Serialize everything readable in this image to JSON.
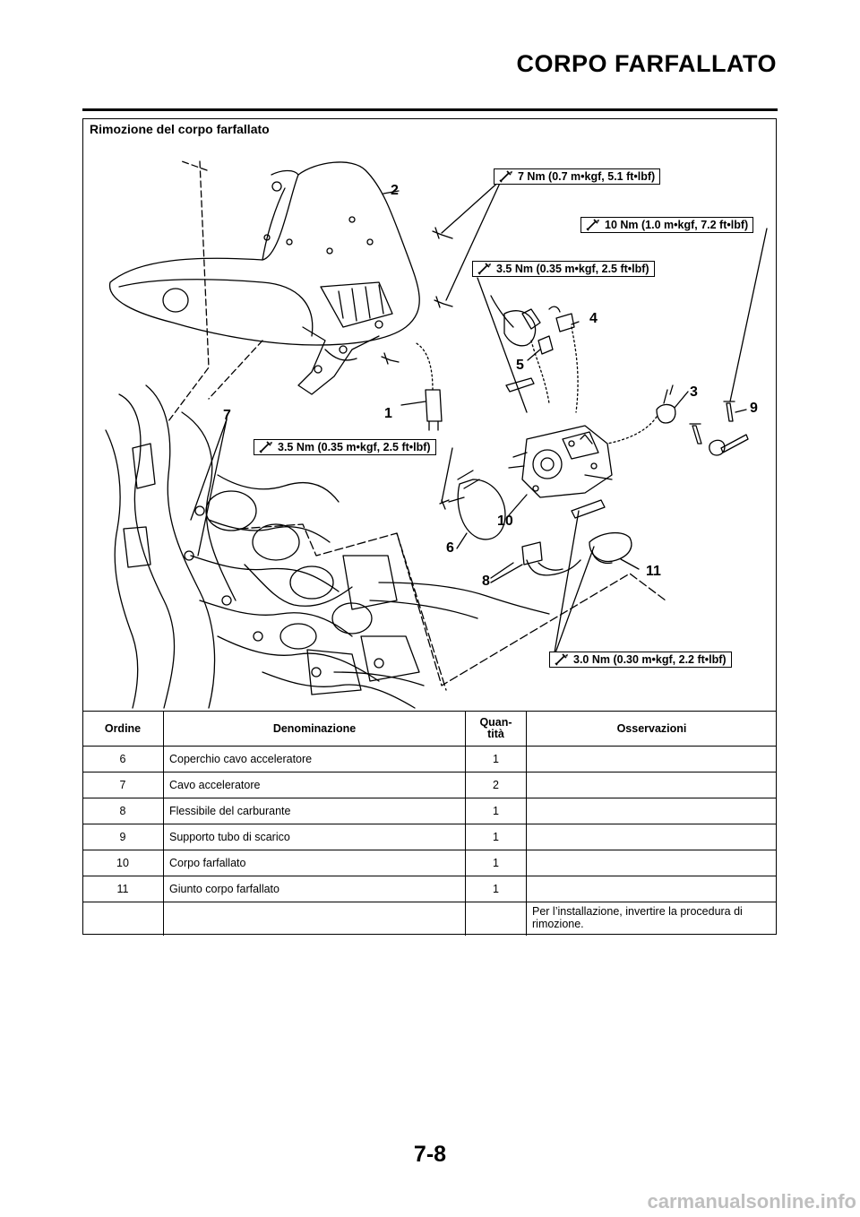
{
  "header": {
    "title": "CORPO FARFALLATO"
  },
  "section": {
    "title": "Rimozione del corpo farfallato"
  },
  "figure": {
    "callouts": [
      "1",
      "2",
      "3",
      "4",
      "5",
      "6",
      "7",
      "8",
      "9",
      "10",
      "11"
    ],
    "torques": [
      "7 Nm (0.7 m•kgf, 5.1 ft•lbf)",
      "10 Nm (1.0 m•kgf, 7.2 ft•lbf)",
      "3.5 Nm (0.35 m•kgf, 2.5 ft•lbf)",
      "3.5 Nm (0.35 m•kgf, 2.5 ft•lbf)",
      "3.0 Nm (0.30 m•kgf, 2.2 ft•lbf)"
    ],
    "torque_icon": "torque-wrench-icon"
  },
  "table": {
    "headers": {
      "order": "Ordine",
      "name": "Denominazione",
      "qty_line1": "Quan-",
      "qty_line2": "tità",
      "notes": "Osservazioni"
    },
    "rows": [
      {
        "order": "6",
        "name": "Coperchio cavo acceleratore",
        "qty": "1",
        "notes": ""
      },
      {
        "order": "7",
        "name": "Cavo acceleratore",
        "qty": "2",
        "notes": ""
      },
      {
        "order": "8",
        "name": "Flessibile del carburante",
        "qty": "1",
        "notes": ""
      },
      {
        "order": "9",
        "name": "Supporto tubo di scarico",
        "qty": "1",
        "notes": ""
      },
      {
        "order": "10",
        "name": "Corpo farfallato",
        "qty": "1",
        "notes": ""
      },
      {
        "order": "11",
        "name": "Giunto corpo farfallato",
        "qty": "1",
        "notes": ""
      },
      {
        "order": "",
        "name": "",
        "qty": "",
        "notes": "Per l’installazione, invertire la procedura di rimozione."
      }
    ]
  },
  "footer": {
    "page_number": "7-8",
    "watermark": "carmanualsonline.info"
  }
}
